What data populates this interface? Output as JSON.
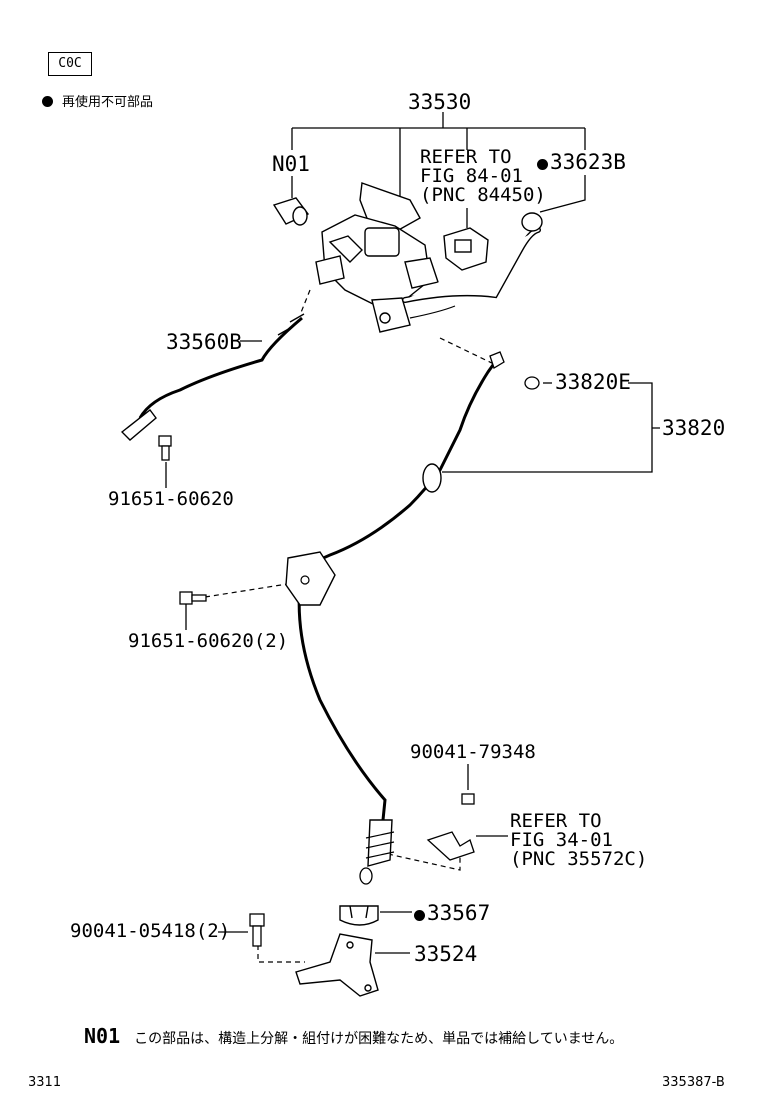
{
  "header": {
    "catalog_code": "C0C",
    "legend_text": "再使用不可部品"
  },
  "parts": {
    "p33530": "33530",
    "pN01": "N01",
    "p33623B": "33623B",
    "p33560B": "33560B",
    "p33820E": "33820E",
    "p33820": "33820",
    "p91651_60620": "91651-60620",
    "p91651_60620_2": "91651-60620(2)",
    "p90041_79348": "90041-79348",
    "p33567": "33567",
    "p33524": "33524",
    "p90041_05418_2": "90041-05418(2)"
  },
  "refs": {
    "ref1": [
      "REFER TO",
      "FIG 84-01",
      "(PNC 84450)"
    ],
    "ref2": [
      "REFER TO",
      "FIG 34-01",
      "(PNC 35572C)"
    ]
  },
  "footnote": {
    "code": "N01",
    "text": "この部品は、構造上分解・組付けが困難なため、単品では補給していません。"
  },
  "footer": {
    "left": "3311",
    "right": "335387-B"
  }
}
